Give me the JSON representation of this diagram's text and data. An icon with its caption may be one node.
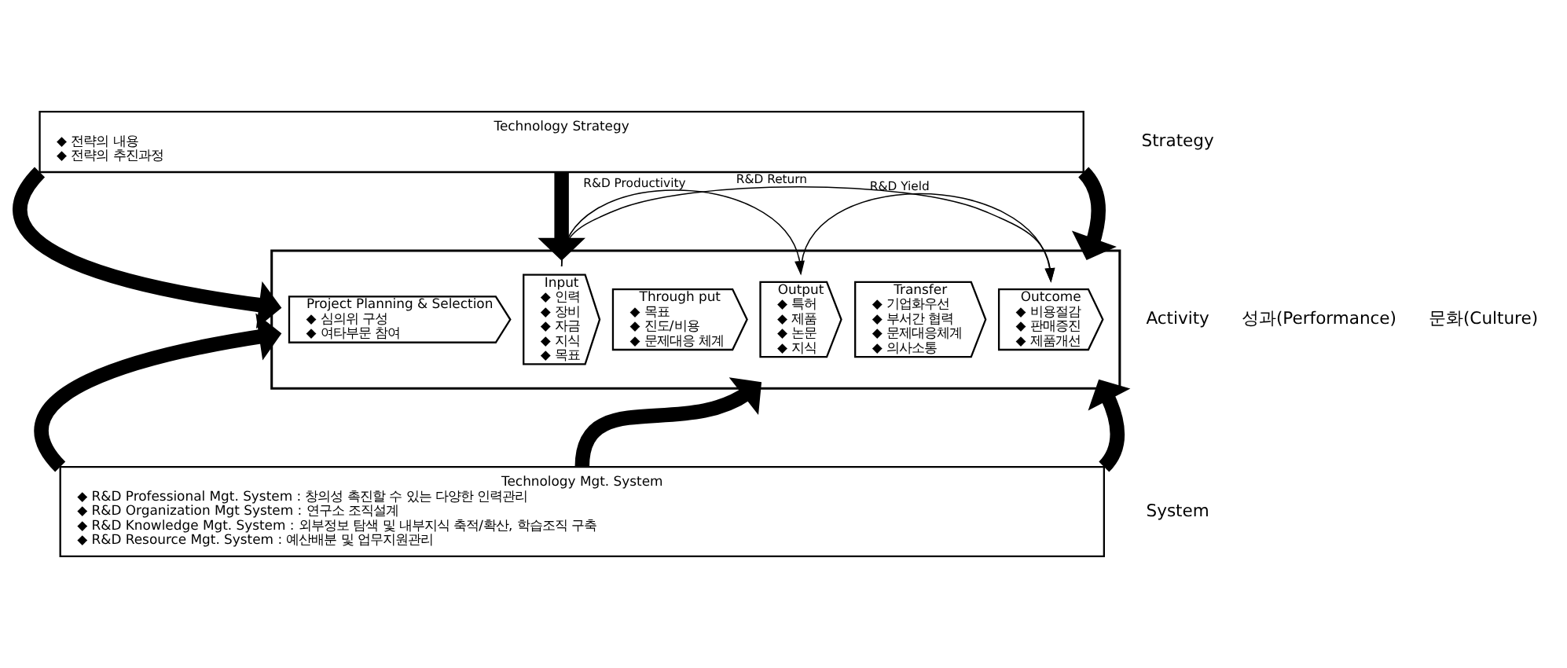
{
  "diagram": {
    "nodes": [
      {
        "text": [
          "Technology Strategy",
          "◆ 전략의 내용",
          "◆ 전략의 추진과정"
        ]
      },
      {
        "text": [],
        "shape": "box"
      },
      {
        "text": [
          "Project Planning & Selection",
          "◆ 심의위 구성",
          "◆ 여타부문 참여"
        ],
        "in": 1
      },
      {
        "text": [
          "Input",
          "◆ 인력",
          "◆ 장비",
          "◆ 자금",
          "◆ 지식",
          "◆ 목표"
        ],
        "in": 1
      },
      {
        "text": [
          "Through put",
          "◆ 목표",
          "◆ 진도/비용",
          "◆ 문제대응 체계"
        ],
        "in": 1
      },
      {
        "text": [
          "Output",
          "◆ 특허",
          "◆ 제품",
          "◆ 논문",
          "◆ 지식"
        ],
        "in": 1
      },
      {
        "text": [
          "Transfer",
          "◆ 기업화우선",
          "◆ 부서간 협력",
          "◆ 문제대응체계",
          "◆ 의사소통"
        ],
        "in": 1
      },
      {
        "text": [
          "Outcome",
          "◆ 비용절감",
          "◆ 판매증진",
          "◆ 제품개선"
        ],
        "in": 1
      },
      {
        "text": [
          "Technology Mgt. System",
          "◆ R&D Professional Mgt. System : 창의성 촉진할 수 있는 다양한 인력관리",
          "◆ R&D Organization Mgt System : 연구소 조직설계",
          "◆ R&D Knowledge Mgt. System : 외부정보 탐색 및 내부지식 축적/확산, 학습조직 구축",
          "◆ R&D Resource Mgt. System : 예산배분 및 업무지원관리"
        ]
      }
    ],
    "edges": [
      {
        "from": 0,
        "to": 1,
        "arrow": "to"
      },
      {
        "from": 0,
        "to": 1,
        "arrow": "to"
      },
      {
        "from": 0,
        "to": 1,
        "arrow": "to"
      },
      {
        "from": 8,
        "to": 1,
        "arrow": "to"
      },
      {
        "from": 8,
        "to": 1,
        "arrow": "to"
      },
      {
        "from": 8,
        "to": 1,
        "arrow": "to"
      },
      {
        "from": 3,
        "to": 7,
        "arrow": "to",
        "label": "R&D Return"
      },
      {
        "from": 3,
        "to": 5,
        "arrow": "to",
        "label": "R&D Productivity"
      },
      {
        "from": 5,
        "to": 7,
        "arrow": "to",
        "label": "R&D Yield"
      }
    ],
    "labels": [
      "Strategy",
      "Activity",
      "System",
      "성과(Performance)",
      "문화(Culture)"
    ]
  }
}
